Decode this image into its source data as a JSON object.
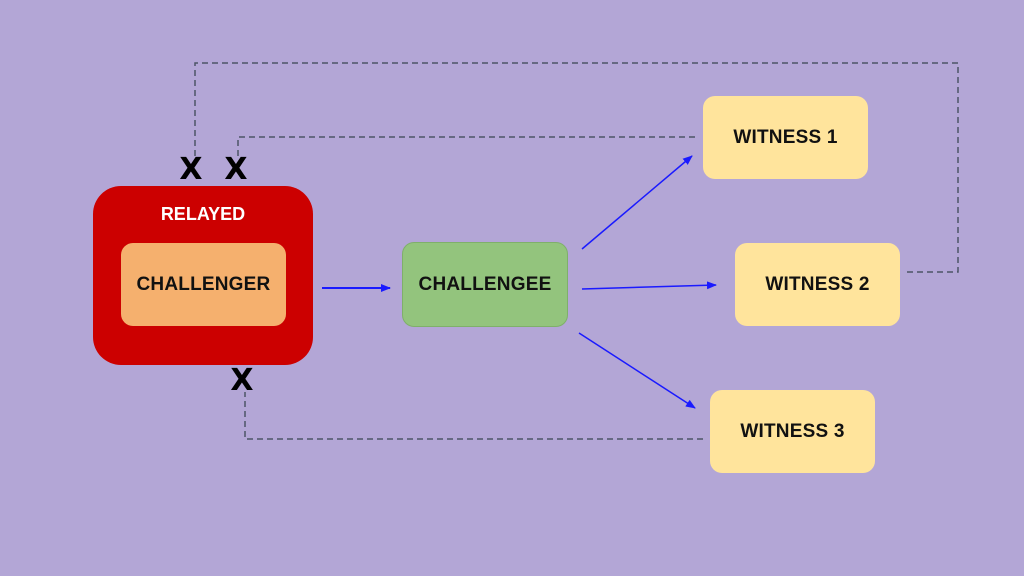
{
  "nodes": {
    "relayed": "RELAYED",
    "challenger": "CHALLENGER",
    "challengee": "CHALLENGEE",
    "witness1": "WITNESS 1",
    "witness2": "WITNESS 2",
    "witness3": "WITNESS 3"
  },
  "marks": {
    "blocked": "X"
  },
  "colors": {
    "background": "#b3a6d6",
    "relayed": "#cc0000",
    "challenger": "#f5b06e",
    "challengee": "#93c47d",
    "witness": "#ffe49c",
    "arrow": "#1a1aff",
    "dashed_link": "#4d5566"
  }
}
